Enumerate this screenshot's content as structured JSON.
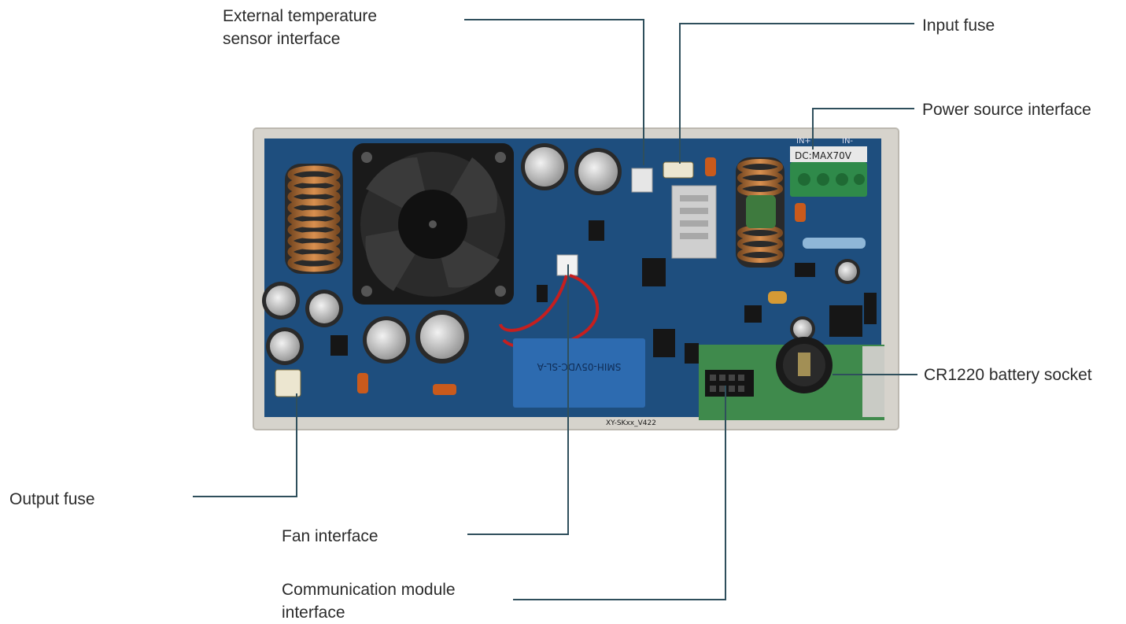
{
  "labels": {
    "external_temperature_sensor": [
      "External temperature",
      "sensor interface"
    ],
    "input_fuse": "Input fuse",
    "power_source": "Power source interface",
    "battery_socket": "CR1220 battery socket",
    "output_fuse": "Output fuse",
    "fan": "Fan interface",
    "communication_module": [
      "Communication module",
      "interface"
    ]
  },
  "board": {
    "terminal_marking": "DC:MAX70V",
    "terminal_pins": [
      "IN+",
      "IN-"
    ],
    "relay_marking": "SMIH-05VDC-SL-A",
    "board_id": "XY-SKxx_V422"
  },
  "colors": {
    "leader_line": "#2f4f5c",
    "pcb_blue": "#1e4e7e",
    "pcb_green": "#3f8a4c",
    "case_grey": "#d6d3cc",
    "label_text": "#2b2b2b"
  }
}
